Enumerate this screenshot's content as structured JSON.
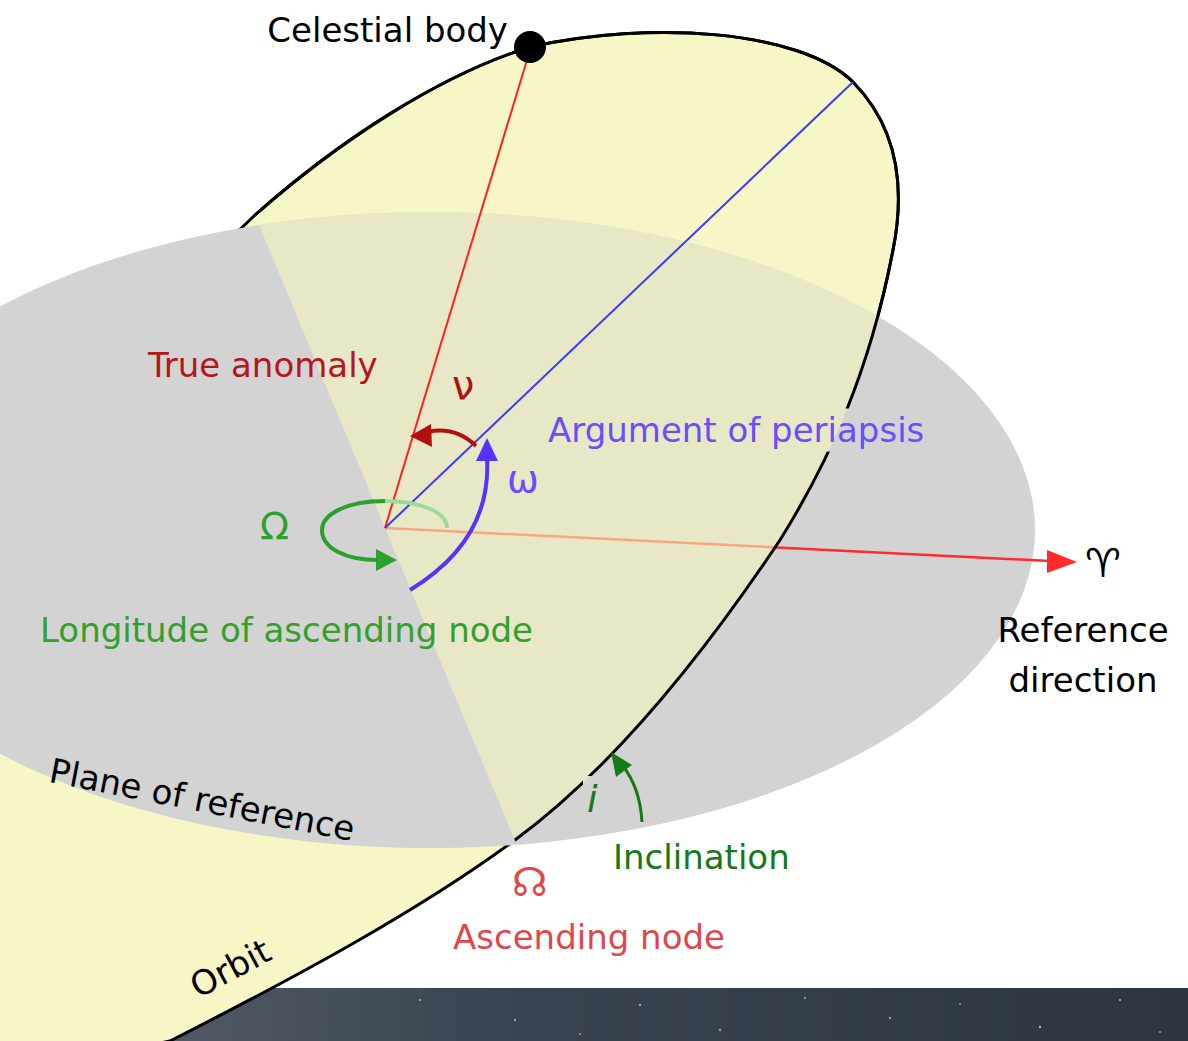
{
  "diagram": {
    "labels": [
      "Celestial body",
      "True anomaly",
      "ν",
      "Argument of periapsis",
      "ω",
      "Ω",
      "Longitude of ascending node",
      "♈",
      "Reference direction",
      "Plane of reference",
      "i",
      "Inclination",
      "☊",
      "Ascending node",
      "Orbit"
    ]
  }
}
